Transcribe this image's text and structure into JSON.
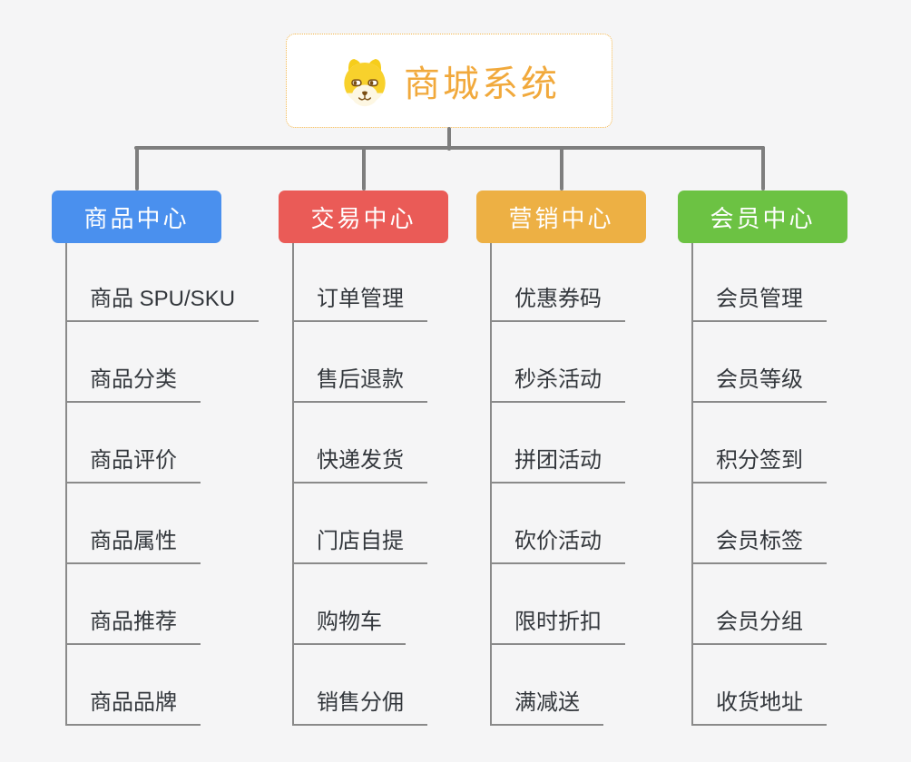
{
  "background_color": "#F5F5F6",
  "connector_color": "#7E7E7E",
  "sub_connector_color": "#8A8A8A",
  "leaf_text_color": "#33373C",
  "root": {
    "title": "商城系统",
    "icon": "shiba-dog-icon",
    "text_color": "#F1A93C",
    "border_color": "#F3B64C",
    "background": "#FFFFFF"
  },
  "branches": [
    {
      "label": "商品中心",
      "color": "#4A90EE",
      "children": [
        "商品 SPU/SKU",
        "商品分类",
        "商品评价",
        "商品属性",
        "商品推荐",
        "商品品牌"
      ]
    },
    {
      "label": "交易中心",
      "color": "#EA5B57",
      "children": [
        "订单管理",
        "售后退款",
        "快递发货",
        "门店自提",
        "购物车",
        "销售分佣"
      ]
    },
    {
      "label": "营销中心",
      "color": "#EDB044",
      "children": [
        "优惠券码",
        "秒杀活动",
        "拼团活动",
        "砍价活动",
        "限时折扣",
        "满减送"
      ]
    },
    {
      "label": "会员中心",
      "color": "#6CC243",
      "children": [
        "会员管理",
        "会员等级",
        "积分签到",
        "会员标签",
        "会员分组",
        "收货地址"
      ]
    }
  ]
}
